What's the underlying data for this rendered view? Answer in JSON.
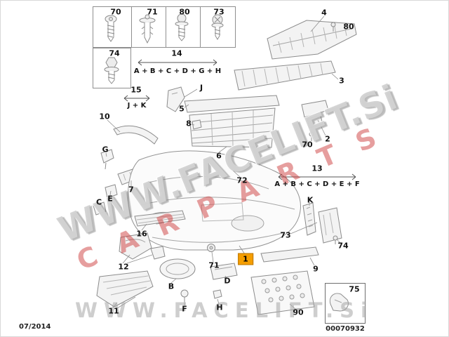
{
  "watermark": {
    "diagonal_main": "WWW.FACELIFT.Si",
    "diagonal_red": "C A R P A R T S",
    "bottom": "WWW.FACELIFT.Si"
  },
  "fastener_panel": {
    "cells": [
      {
        "label": "70"
      },
      {
        "label": "71"
      },
      {
        "label": "80"
      },
      {
        "label": "73"
      }
    ],
    "extra": {
      "label": "74"
    }
  },
  "groups": {
    "g14": {
      "label": "14",
      "formula": "A + B + C + D + G + H"
    },
    "g15": {
      "label": "15",
      "formula": "J + K"
    },
    "g13": {
      "label": "13",
      "formula": "A + B + C + D + E + F"
    }
  },
  "callouts": [
    {
      "id": "4",
      "text": "4"
    },
    {
      "id": "80",
      "text": "80"
    },
    {
      "id": "3",
      "text": "3"
    },
    {
      "id": "2",
      "text": "2"
    },
    {
      "id": "70",
      "text": "70"
    },
    {
      "id": "10",
      "text": "10"
    },
    {
      "id": "J",
      "text": "J"
    },
    {
      "id": "5",
      "text": "5"
    },
    {
      "id": "8",
      "text": "8"
    },
    {
      "id": "6",
      "text": "6"
    },
    {
      "id": "72",
      "text": "72"
    },
    {
      "id": "G",
      "text": "G"
    },
    {
      "id": "E",
      "text": "E"
    },
    {
      "id": "C",
      "text": "C"
    },
    {
      "id": "7",
      "text": "7"
    },
    {
      "id": "K",
      "text": "K"
    },
    {
      "id": "73",
      "text": "73"
    },
    {
      "id": "74",
      "text": "74"
    },
    {
      "id": "16",
      "text": "16"
    },
    {
      "id": "12",
      "text": "12"
    },
    {
      "id": "71",
      "text": "71"
    },
    {
      "id": "1",
      "text": "1",
      "highlighted": true
    },
    {
      "id": "9",
      "text": "9"
    },
    {
      "id": "B",
      "text": "B"
    },
    {
      "id": "D",
      "text": "D"
    },
    {
      "id": "F",
      "text": "F"
    },
    {
      "id": "H",
      "text": "H"
    },
    {
      "id": "11",
      "text": "11"
    },
    {
      "id": "90",
      "text": "90"
    }
  ],
  "ref_box": {
    "label": "75",
    "code": "00070932"
  },
  "footer": {
    "date": "07/2014"
  },
  "colors": {
    "highlight": "#f59e00",
    "watermark_gray": "#b0b0b0",
    "watermark_red": "#cd3e3e",
    "line": "#8c8c8c"
  }
}
